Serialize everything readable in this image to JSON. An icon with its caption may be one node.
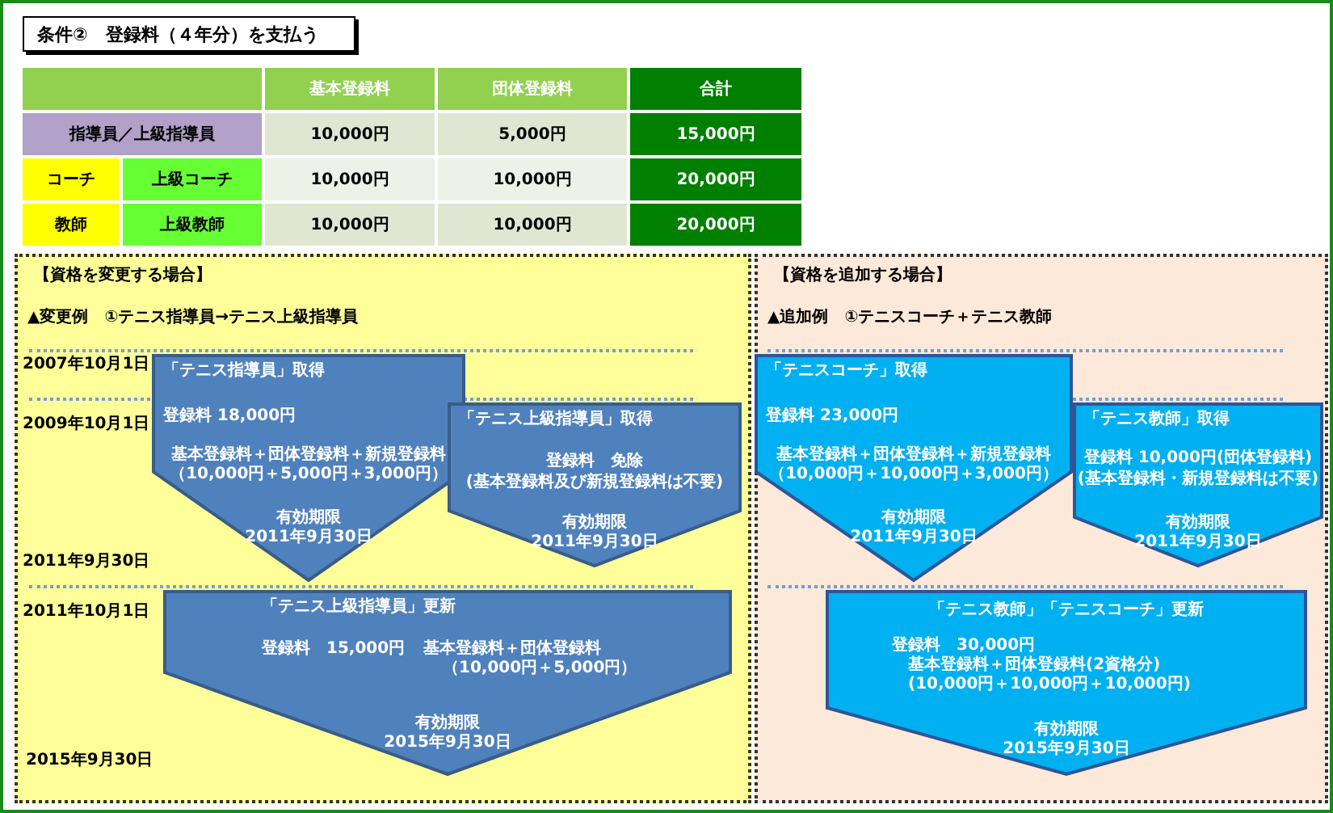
{
  "diagram": {
    "title": "条件②　登録料（４年分）を支払う",
    "nodes": [
      {
        "text": [
          "【資格を変更する場合】",
          "▲変更例　①テニス指導員→テニス上級指導員"
        ]
      },
      {
        "text": [
          "「テニス指導員」取得",
          "登録料 18,000円",
          "基本登録料＋団体登録料＋新規登録料",
          "（10,000円＋5,000円＋3,000円）",
          "有効期限",
          "2011年9月30日"
        ],
        "in": 0
      },
      {
        "text": [
          "「テニス上級指導員」取得",
          "登録料　免除",
          "(基本登録料及び新規登録料は不要)",
          "有効期限",
          "2011年9月30日"
        ],
        "in": 0
      },
      {
        "text": [
          "「テニス上級指導員」更新",
          "登録料　15,000円",
          "基本登録料＋団体登録料",
          "（10,000円＋5,000円）",
          "有効期限",
          "2015年9月30日"
        ],
        "in": 0
      },
      {
        "text": [
          "【資格を追加する場合】",
          "▲追加例　①テニスコーチ＋テニス教師"
        ]
      },
      {
        "text": [
          "「テニスコーチ」取得",
          "登録料 23,000円",
          "基本登録料＋団体登録料＋新規登録料",
          "（10,000円＋10,000円＋3,000円）",
          "有効期限",
          "2011年9月30日"
        ],
        "in": 4
      },
      {
        "text": [
          "「テニス教師」取得",
          "登録料 10,000円(団体登録料)",
          "(基本登録料・新規登録料は不要)",
          "有効期限",
          "2011年9月30日"
        ],
        "in": 4
      },
      {
        "text": [
          "「テニス教師」「テニスコーチ」更新",
          "登録料　30,000円",
          "基本登録料＋団体登録料(2資格分)",
          "(10,000円＋10,000円＋10,000円)",
          "有効期限",
          "2015年9月30日"
        ],
        "in": 4
      }
    ],
    "labels": [
      "基本登録料",
      "団体登録料",
      "合計",
      "指導員／上級指導員",
      "10,000円",
      "5,000円",
      "15,000円",
      "コーチ",
      "上級コーチ",
      "10,000円",
      "10,000円",
      "20,000円",
      "教師",
      "上級教師",
      "10,000円",
      "10,000円",
      "20,000円",
      "2007年10月1日",
      "2009年10月1日",
      "2011年9月30日",
      "2011年10月1日",
      "2015年9月30日"
    ]
  }
}
